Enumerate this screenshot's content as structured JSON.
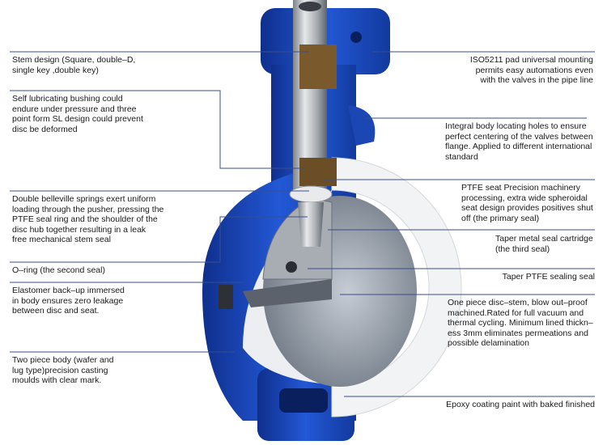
{
  "colors": {
    "body_blue": "#1d4fc4",
    "leader_line": "#3a4d8f",
    "ptfe_white": "#f2f3f5",
    "stem_steel": "#b8bcc2"
  },
  "left_callouts": [
    {
      "text": "Stem design (Square, double–D,\nsingle key ,double key)"
    },
    {
      "text": "Self lubricating bushing could\nendure under pressure and three\npoint form SL design could prevent\ndisc be deformed"
    },
    {
      "text": "Double belleville springs exert uniform\nloading through the pusher, pressing the\nPTFE seal ring and the shoulder of the\ndisc hub together resulting in a leak\nfree mechanical stem seal"
    },
    {
      "text": "O–ring (the second seal)"
    },
    {
      "text": "Elastomer back–up immersed\nin body ensures zero leakage\nbetween disc and seat."
    },
    {
      "text": "Two piece body (wafer and\nlug type)precision casting\nmoulds with clear mark."
    }
  ],
  "right_callouts": [
    {
      "text": "ISO5211 pad universal mounting\npermits easy automations even\nwith the valves in the pipe line"
    },
    {
      "text": "Integral body locating holes to ensure\nperfect centering of the valves between\nflange. Applied to different international\nstandard"
    },
    {
      "text": "PTFE seat Precision machinery\nprocessing, extra wide spheroidal\nseat design provides positives shut\noff (the primary seal)"
    },
    {
      "text": "Taper metal seal cartridge\n(the third seal)"
    },
    {
      "text": "Taper PTFE sealing seal"
    },
    {
      "text": "One piece disc–stem, blow out–proof\nmachined.Rated for full vacuum and\nthermal cycling. Minimum lined thickn–\ness 3mm eliminates permeations and\npossible delamination"
    },
    {
      "text": "Epoxy coating paint with baked finished"
    }
  ]
}
